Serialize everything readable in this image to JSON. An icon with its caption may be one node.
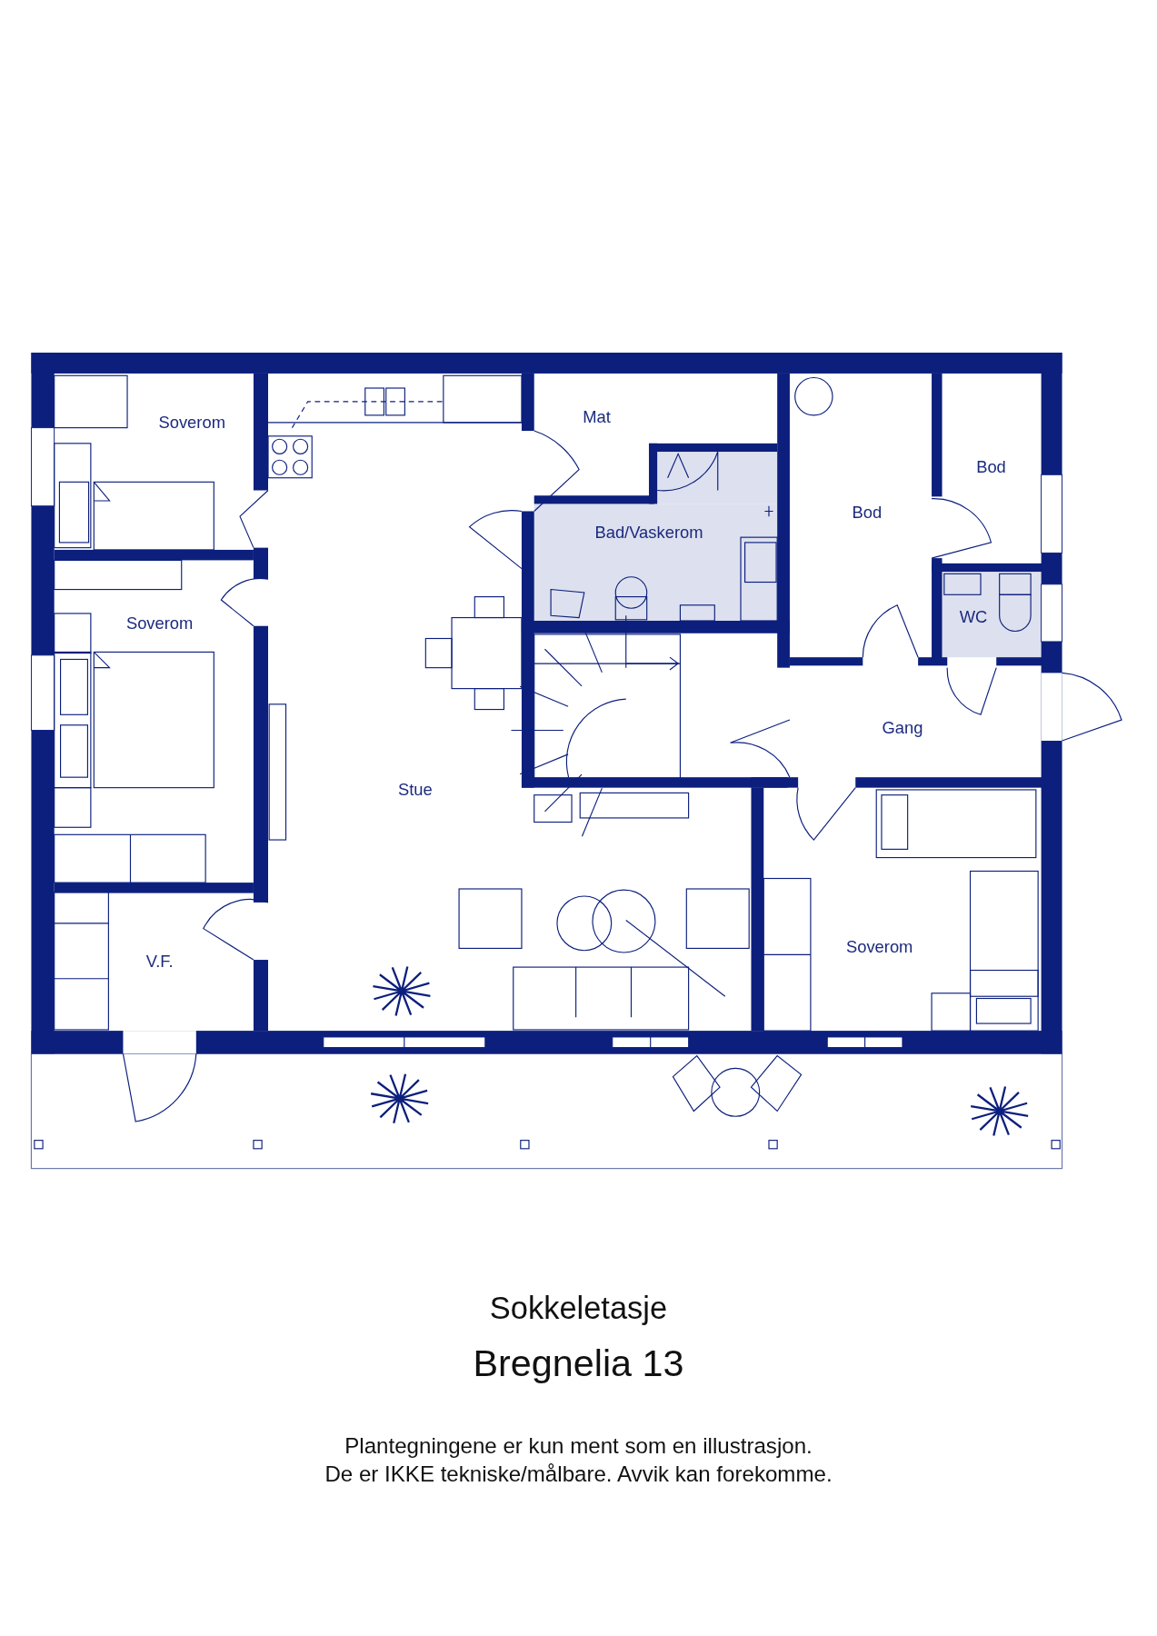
{
  "diagram": {
    "nodes": [
      {
        "text": [
          "Mat"
        ]
      },
      {
        "text": [
          "Soverom"
        ]
      },
      {
        "text": [
          "Bod"
        ]
      },
      {
        "text": [
          "Bod"
        ]
      },
      {
        "text": [
          "Bad/Vaskerom"
        ]
      },
      {
        "text": [
          "WC"
        ]
      },
      {
        "text": [
          "Soverom"
        ]
      },
      {
        "text": [
          "Gang"
        ]
      },
      {
        "text": [
          "Stue"
        ]
      },
      {
        "text": [
          "Soverom"
        ]
      },
      {
        "text": [
          "V.F."
        ]
      }
    ],
    "edges": [],
    "labels": [
      "Sokkeletasje",
      "Bregnelia 13",
      "Plantegningene er kun ment som en illustrasjon.",
      "De er IKKE tekniske/målbare. Avvik kan forekomme."
    ]
  }
}
